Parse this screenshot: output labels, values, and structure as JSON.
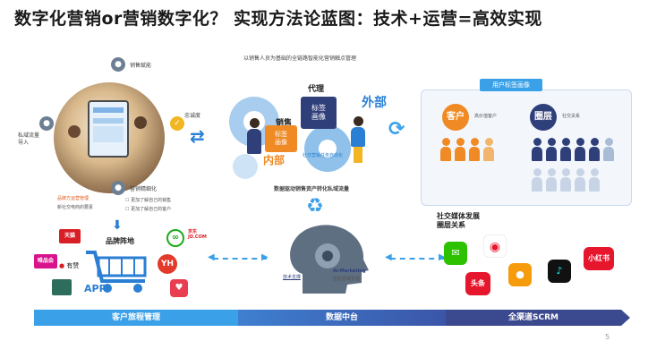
{
  "title": "数字化营销or营销数字化？  实现方法论蓝图：技术+运营=高效实现",
  "center_caption": "以销售人员为基础的全链路智能化营销触点管理",
  "left": {
    "labels": {
      "sales_enable": "销售赋能",
      "loyalty": "忠诚度",
      "private_traffic": "私域流量",
      "private_traffic2": "导入",
      "marketing_fine": "营销精细化"
    },
    "brand_info": {
      "line1": "品牌方运营管理",
      "line2": "新社交电商的要素"
    },
    "checks": [
      "更加了解自己的销售",
      "更加了解自己的客户"
    ],
    "brand_land": "品牌阵地",
    "youzan": "有赞",
    "app": "APP",
    "tmall": "天猫",
    "vip": "唯品会",
    "jd_line1": "京东",
    "jd_line2": "JD.COM",
    "yh": "YH"
  },
  "center": {
    "agent": "代理",
    "outer": "外部",
    "sales": "销售",
    "tag1": "标签",
    "tag1b": "画像",
    "tag2": "标签",
    "tag2b": "画像",
    "inner": "内部",
    "auto": "社交营销任务自动化",
    "data_driven": "数据驱动销售资产转化私域流量",
    "ai_label": "AI-Marketing",
    "ai_sub": "智能营销管理",
    "tech_label": "技术支撑"
  },
  "right": {
    "portrait": "用户标签画像",
    "customer": "客户",
    "customer_sub": "高价值客户",
    "circle": "圈层",
    "circle_sub": "社交关系",
    "social_title1": "社交媒体发展",
    "social_title2": "圈层关系",
    "toutiao": "头条",
    "xiaohongshu": "小红书"
  },
  "bottom": {
    "seg1": "客户旅程管理",
    "seg2": "数据中台",
    "seg3": "全渠道SCRM"
  },
  "page_number": "5",
  "colors": {
    "blue": "#2a7fd4",
    "orange": "#f08a24",
    "navy": "#2f3f7a",
    "sky": "#3aa0e8"
  }
}
